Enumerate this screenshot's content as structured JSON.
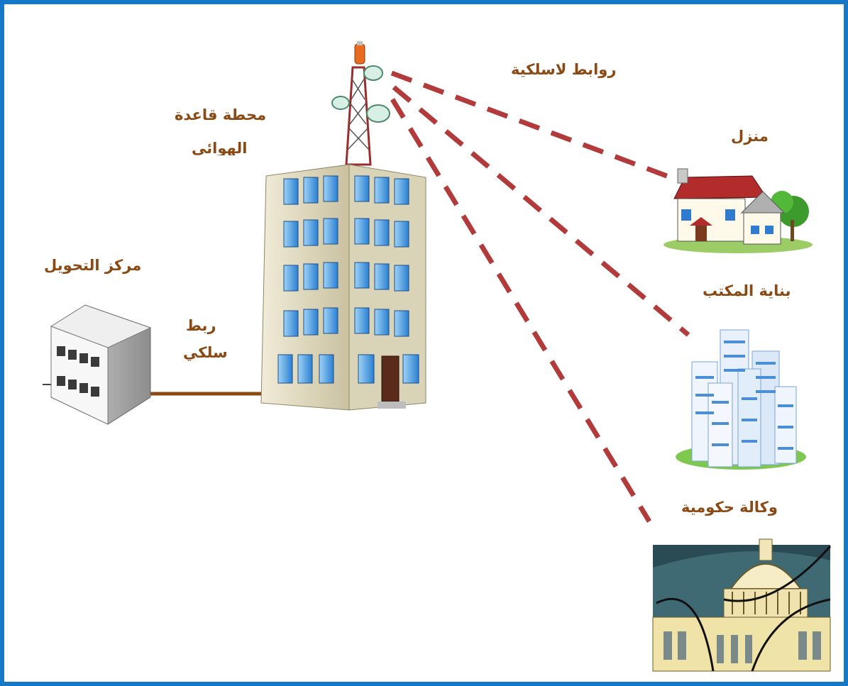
{
  "colors": {
    "frame": "#1778c8",
    "label": "#8b4a14",
    "wireless_link": "#b23a3a",
    "wired_link": "#8b4a14"
  },
  "labels": {
    "wireless_links": "روابط لاسلكية",
    "base_station_line1": "محطة قاعدة",
    "base_station_line2": "الهوائي",
    "home": "منزل",
    "office_building": "بناية المكتب",
    "government_agency": "وكالة حكومية",
    "switching_center": "مركز التحويل",
    "wired_link_line1": "ربط",
    "wired_link_line2": "سلكي"
  },
  "icons": {
    "antenna_tower": "antenna-tower-icon",
    "base_building": "office-tower-icon",
    "switching_center": "server-building-icon",
    "home": "house-icon",
    "office": "skyscrapers-icon",
    "government": "capitol-building-icon"
  }
}
